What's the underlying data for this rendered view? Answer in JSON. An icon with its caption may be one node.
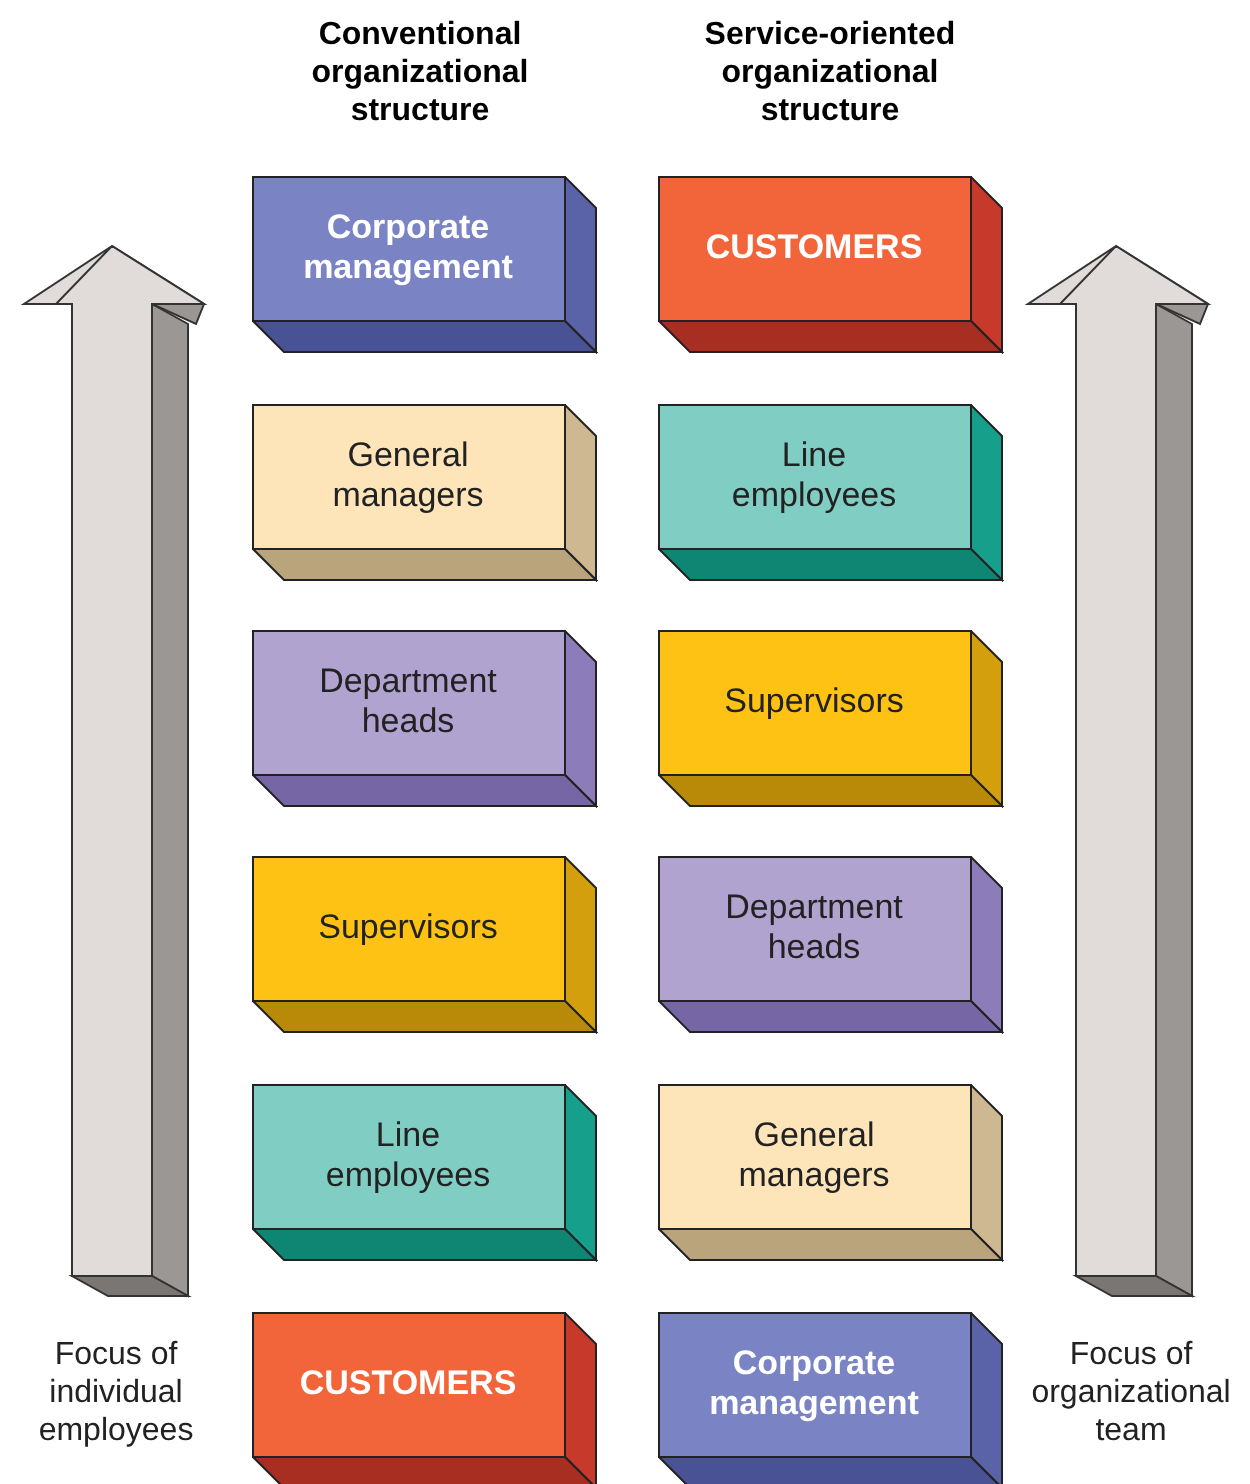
{
  "diagram": {
    "nodes": [
      {
        "text": [
          "Corporate management"
        ]
      },
      {
        "text": [
          "CUSTOMERS"
        ]
      },
      {
        "text": [
          "General managers"
        ]
      },
      {
        "text": [
          "Line employees"
        ]
      },
      {
        "text": [
          "Department heads"
        ]
      },
      {
        "text": [
          "Supervisors"
        ]
      },
      {
        "text": [
          "Supervisors"
        ]
      },
      {
        "text": [
          "Department heads"
        ]
      },
      {
        "text": [
          "Line employees"
        ]
      },
      {
        "text": [
          "General managers"
        ]
      },
      {
        "text": [
          "CUSTOMERS"
        ]
      },
      {
        "text": [
          "Corporate management"
        ]
      }
    ],
    "labels": [
      "Conventional organizational structure",
      "Service-oriented organizational structure",
      "Focus of individual employees",
      "Focus of organizational team"
    ]
  }
}
